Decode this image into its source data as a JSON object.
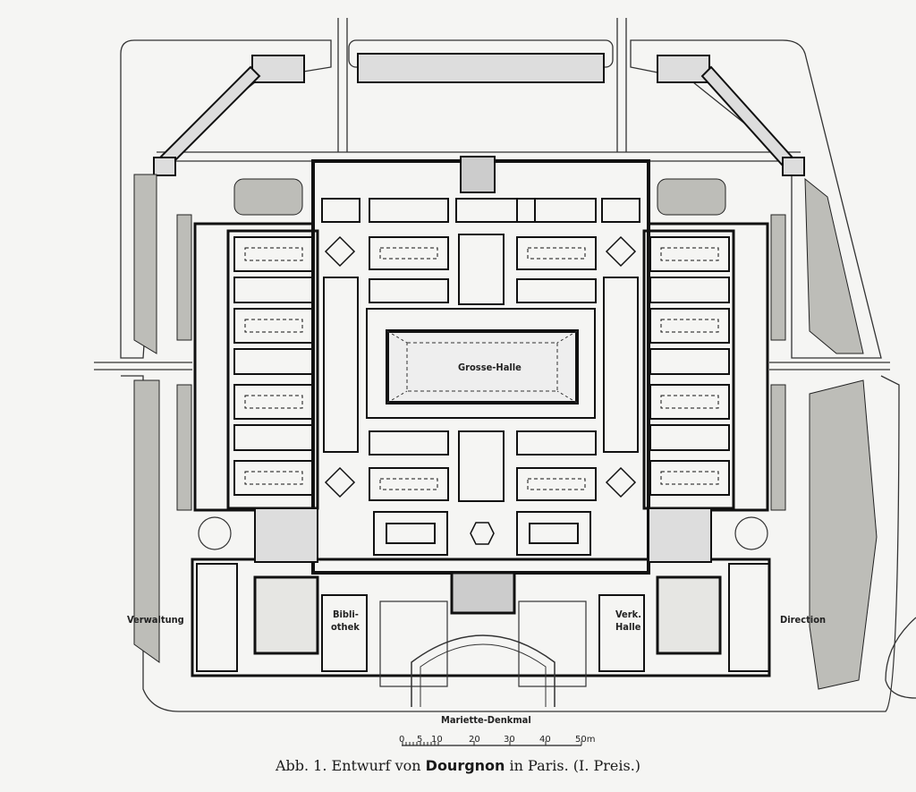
{
  "figure": {
    "labels": {
      "grosse_halle": "Grosse-Halle",
      "verwaltung": "Verwaltung",
      "bibliothek_1": "Bibli-",
      "bibliothek_2": "othek",
      "verk_halle_1": "Verk.",
      "verk_halle_2": "Halle",
      "direction": "Direction",
      "mariette_denkmal": "Mariette-Denkmal"
    },
    "scale_bar": {
      "ticks": [
        "0",
        "5",
        "10",
        "20",
        "30",
        "40",
        "50m"
      ]
    },
    "caption": {
      "prefix": "Abb. 1.  Entwurf von ",
      "architect": "Dourgnon",
      "suffix": " in Paris.  (I. Preis.)"
    }
  }
}
